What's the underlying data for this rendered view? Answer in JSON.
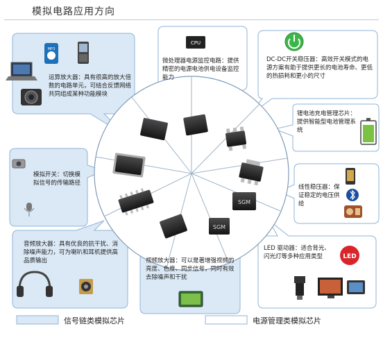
{
  "title": "模拟电路应用方向",
  "bubbles": {
    "opamp": "运算放大器：具有很高的放大倍数的电路单元，可结合反馈网络共同组成某种功能模块",
    "cpu": "微处理器电源监控电路：提供精密的电源电池供电设备监控能力",
    "dcdc": "DC-DC开关稳压器：高效开关模式的电源方案有助于提供更长的电池寿命、更低的热损耗和更小的尺寸",
    "charger": "锂电池充电管理芯片：提供智能型电池管理系统",
    "switch": "模拟开关：切换模拟信号的传输路径",
    "linear": "线性稳压器：保证稳定的电压供给",
    "audio": "音频放大器：具有优良的抗干扰、消除噪声能力，可为喇叭和耳机提供高品质输出",
    "video": "视频放大器：可以是著增强视频的亮度、色度、同步信号，同时有效去除噪声和干扰",
    "led": "LED 驱动器：适合背光、闪光灯等多种应用类型"
  },
  "icon_labels": {
    "cpu": "CPU",
    "sgm1": "SGM",
    "sgm2": "SGM",
    "mp3": "MP3",
    "led": "LED"
  },
  "legend": {
    "signal": "信号链类模拟芯片",
    "power": "电源管理类模拟芯片"
  },
  "colors": {
    "bubble_fill": "#dbe9f6",
    "bubble_stroke": "#8fb3d6",
    "power_bubble_fill": "#ffffff",
    "chip": "#2a2a2a",
    "accent_green": "#3cb54a",
    "battery_green": "#7cc242"
  }
}
